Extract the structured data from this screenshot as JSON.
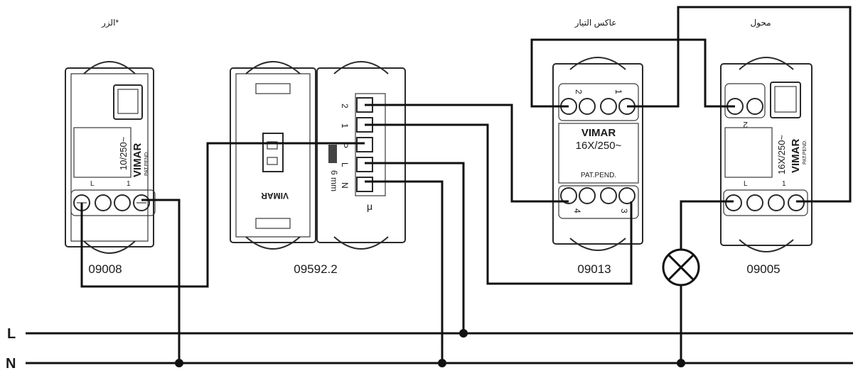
{
  "devices": [
    {
      "caption": "الزر*",
      "code": "09008",
      "rating": "10/250~",
      "brand": "VIMAR",
      "patent": "PAT.PEND.",
      "terminal_left": "L",
      "terminal_right": "1"
    },
    {
      "code": "09592.2",
      "brand": "VIMAR",
      "terminals": [
        "2",
        "1",
        "P",
        "L",
        "N"
      ],
      "strip_length": "6 mm",
      "mark": "μ"
    },
    {
      "caption": "عاكس التيار",
      "code": "09013",
      "rating": "16X/250~",
      "brand": "VIMAR",
      "patent": "PAT.PEND.",
      "terminals_top": [
        "2",
        "1"
      ],
      "terminals_bottom": [
        "4",
        "3"
      ]
    },
    {
      "caption": "محول",
      "code": "09005",
      "rating": "16X/250~",
      "brand": "VIMAR",
      "patent": "PAT.PEND.",
      "terminal_top": "2",
      "terminal_left": "L",
      "terminal_right": "1"
    }
  ],
  "lines": {
    "live": "L",
    "neutral": "N"
  },
  "colors": {
    "stroke": "#111111",
    "device_outline": "#2a2a2a",
    "background": "#ffffff"
  },
  "icons": [
    "lamp-icon"
  ]
}
